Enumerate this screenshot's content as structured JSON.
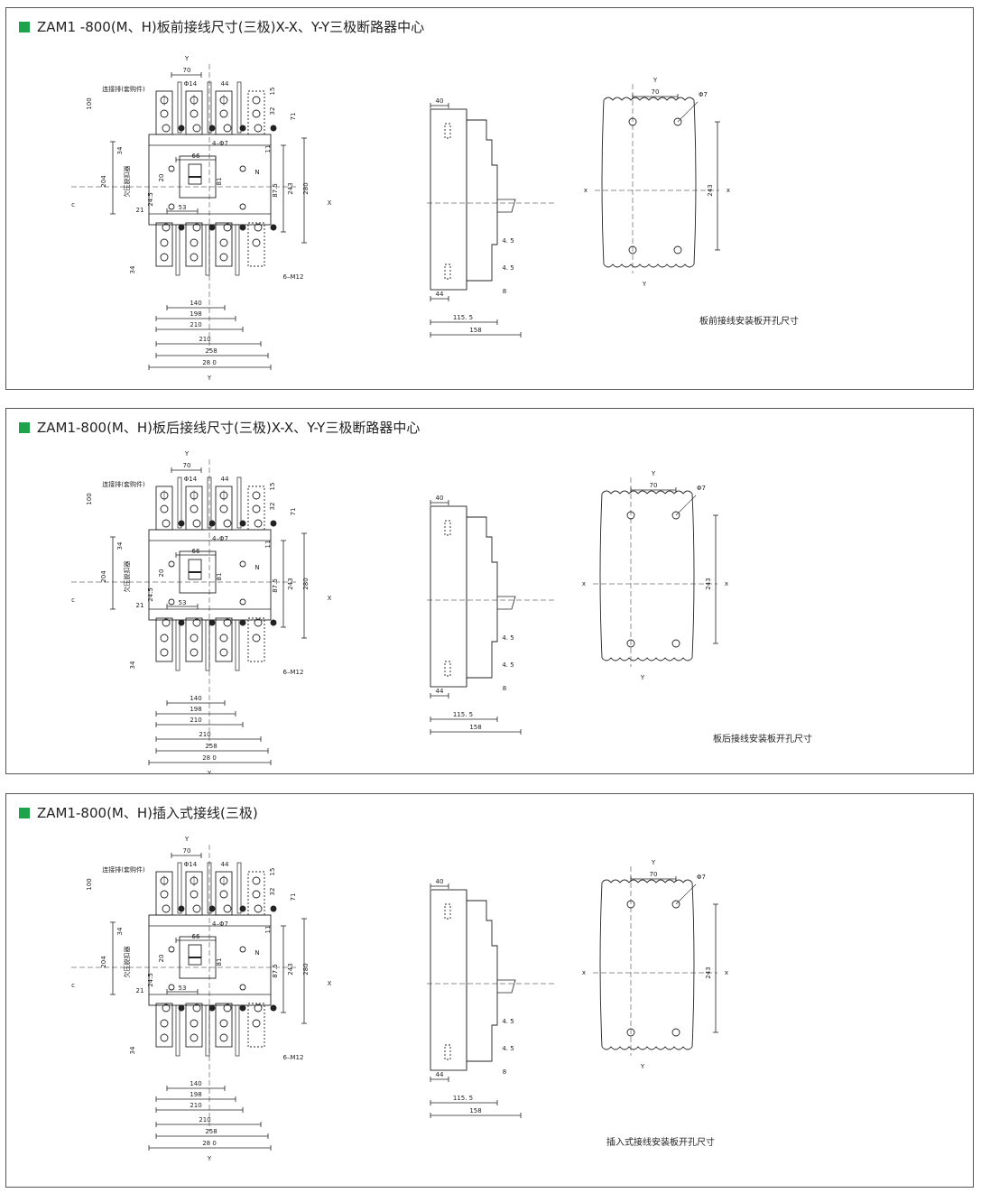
{
  "sections": [
    {
      "title": "ZAM1 -800(M、H)板前接线尺寸(三极)X-X、Y-Y三极断路器中心",
      "caption": "板前接线安装板开孔尺寸"
    },
    {
      "title": "ZAM1-800(M、H)板后接线尺寸(三极)X-X、Y-Y三极断路器中心",
      "caption": "板后接线安装板开孔尺寸"
    },
    {
      "title": "ZAM1-800(M、H)插入式接线(三极)",
      "caption": "插入式接线安装板开孔尺寸"
    }
  ],
  "front_view_labels": {
    "axis_y": "Y",
    "axis_x": "X",
    "x_left": "c",
    "d70": "70",
    "phi14": "Φ14",
    "d44": "44",
    "d15": "15",
    "d32": "32",
    "d100": "100",
    "d71": "71",
    "connector": "连接排(套购件)",
    "holes": "4–Φ7",
    "d11": "11",
    "d34": "34",
    "d66": "66",
    "d20": "20",
    "d81": "81",
    "d204": "204",
    "trip": "欠压脱扣器",
    "d24_5": "24.5",
    "d21": "21",
    "d53": "53",
    "d87_5": "87.5",
    "d243": "243",
    "d280": "280",
    "n": "N",
    "bolts": "6–M12",
    "d34b": "34",
    "d140": "140",
    "d198": "198",
    "d210a": "210",
    "d210b": "210",
    "d258": "258",
    "d280b": "28 0"
  },
  "side_view_labels": {
    "d40": "40",
    "d4_5a": "4. 5",
    "d4_5b": "4. 5",
    "d8": "8",
    "d44": "44",
    "d115": "115.  5",
    "d158": "158"
  },
  "panel_view_labels": {
    "y": "Y",
    "x": "x",
    "d70": "70",
    "phi7": "Φ7",
    "d243": "243"
  }
}
